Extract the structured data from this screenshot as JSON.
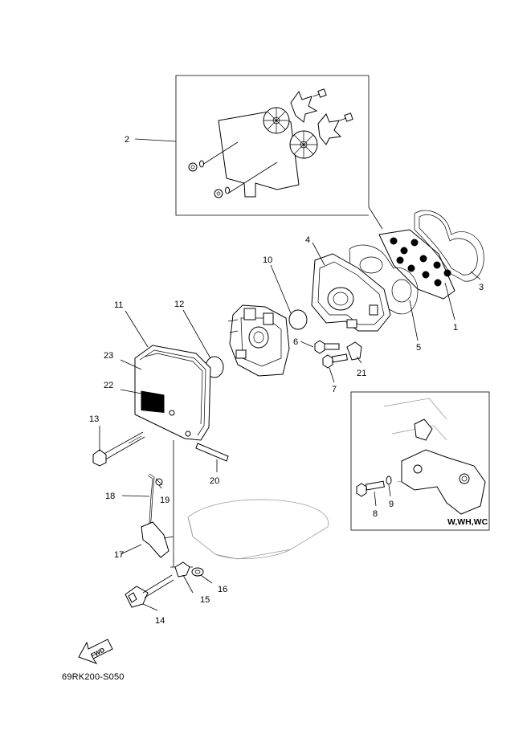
{
  "labels": {
    "p1": "1",
    "p2": "2",
    "p3": "3",
    "p4": "4",
    "p5": "5",
    "p6": "6",
    "p7": "7",
    "p8": "8",
    "p9": "9",
    "p10": "10",
    "p11": "11",
    "p12": "12",
    "p13": "13",
    "p14": "14",
    "p15": "15",
    "p16": "16",
    "p17": "17",
    "p18": "18",
    "p19": "19",
    "p20": "20",
    "p21": "21",
    "p22": "22",
    "p23": "23"
  },
  "inset_caption": "W,WH,WC",
  "fwd_label": "FWD",
  "diagram_code": "69RK200-S050"
}
